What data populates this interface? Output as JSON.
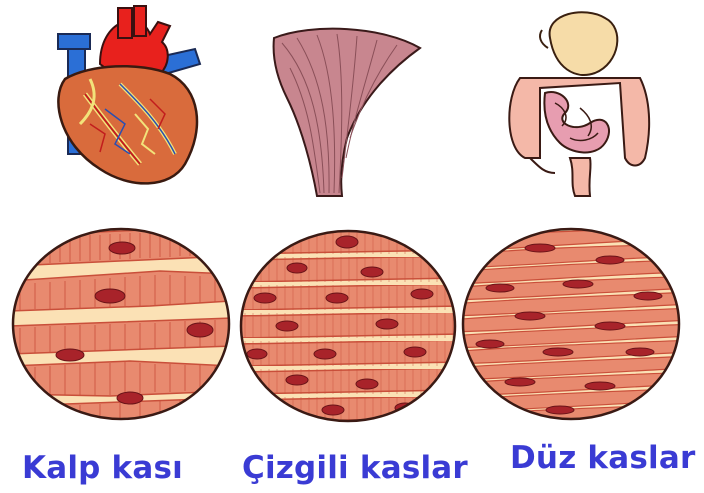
{
  "labels": {
    "cardiac": "Kalp kası",
    "skeletal": "Çizgili kaslar",
    "smooth": "Düz kaslar"
  },
  "colors": {
    "caption": "#3a3bd4",
    "fiber": "#e88a6f",
    "fiber_dark": "#c94f3a",
    "nucleus": "#a8232a",
    "background_cream": "#fbe1b5",
    "outline": "#3a1a14"
  }
}
